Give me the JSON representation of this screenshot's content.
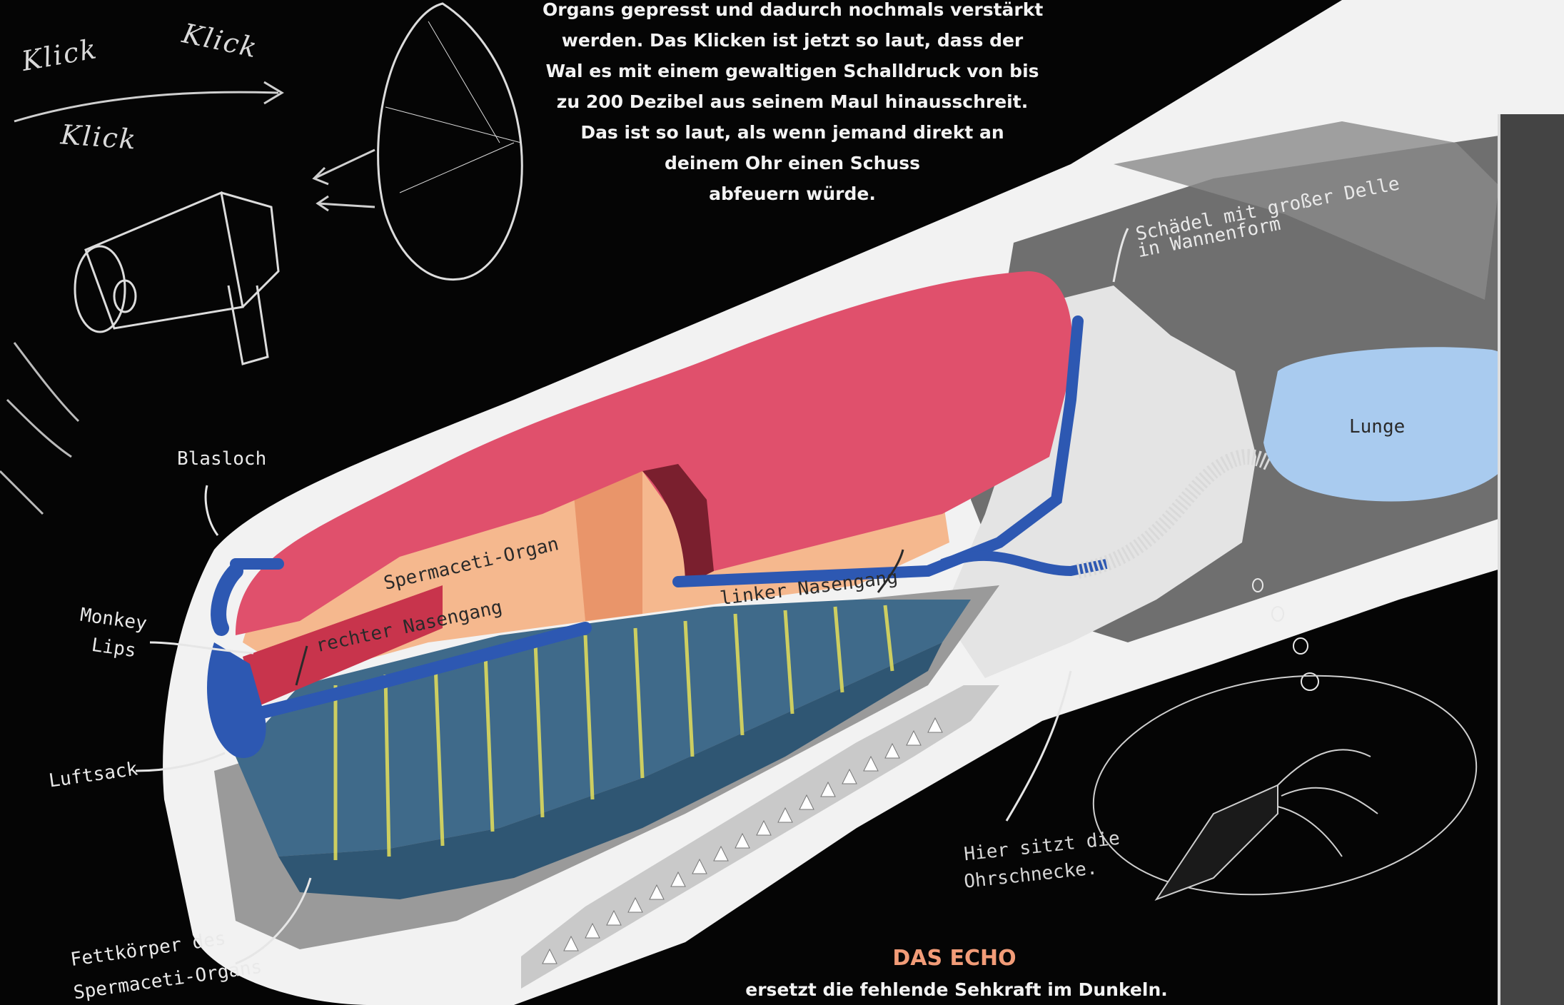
{
  "intro": {
    "lines": [
      "Organs gepresst und dadurch nochmals verstärkt",
      "werden. Das Klicken ist jetzt so laut, dass der",
      "Wal es mit einem gewaltigen Schalldruck von bis",
      "zu 200 Dezibel aus seinem Maul hinausschreit.",
      "Das ist so laut, als wenn jemand direkt an",
      "deinem Ohr einen Schuss",
      "abfeuern würde."
    ]
  },
  "sound_words": [
    "Klick",
    "Klick",
    "Klick"
  ],
  "labels": {
    "blasloch": "Blasloch",
    "monkey_lips_1": "Monkey",
    "monkey_lips_2": "Lips",
    "luftsack": "Luftsack",
    "fettkoerper_1": "Fettkörper des",
    "fettkoerper_2": "Spermaceti-Organs",
    "spermaceti": "Spermaceti-Organ",
    "rechter": "rechter Nasengang",
    "linker": "linker Nasengang",
    "schaedel_1": "Schädel mit großer Delle",
    "schaedel_2": "in Wannenform",
    "lunge": "Lunge",
    "ohr_1": "Hier sitzt die",
    "ohr_2": "Ohrschnecke."
  },
  "echo": {
    "title": "DAS ECHO",
    "subtitle": "ersetzt die fehlende Sehkraft im Dunkeln."
  },
  "icons": [
    "megaphone-icon",
    "parabolic-dish-icon",
    "squid-icon"
  ]
}
